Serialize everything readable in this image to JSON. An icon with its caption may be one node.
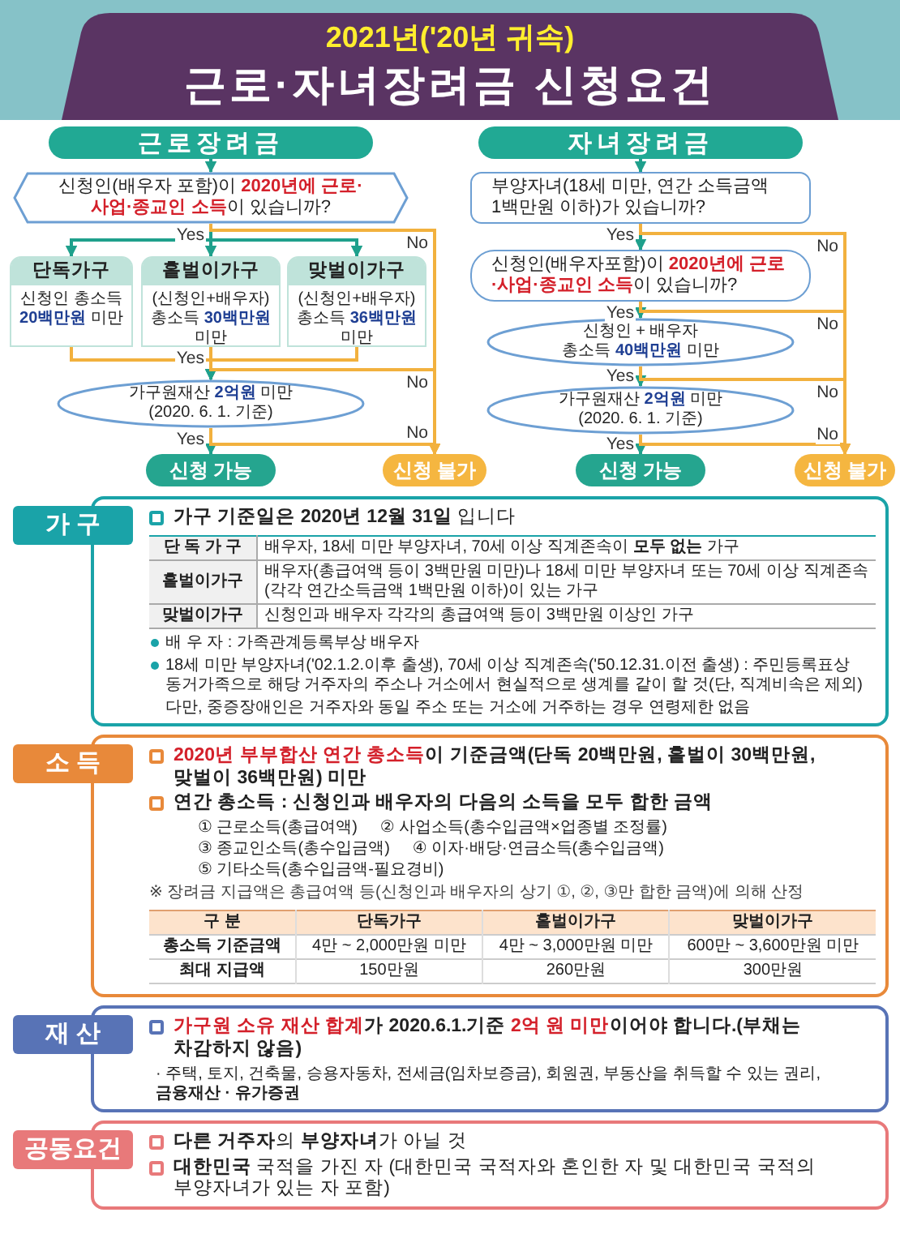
{
  "diagram": {
    "title": "근로·자녀장려금 신청요건",
    "nodes": [
      {
        "text": [
          "근로장려금"
        ]
      },
      {
        "text": [
          "신청인(배우자 포함)이 **2020년에 근로·사업·종교인 소득**이 있습니까?"
        ]
      },
      {
        "text": [
          "단독가구",
          "신청인 총소득 **20백만원** 미만"
        ]
      },
      {
        "text": [
          "홑벌이가구",
          "(신청인+배우자) 총소득 **30백만원** 미만"
        ]
      },
      {
        "text": [
          "맞벌이가구",
          "(신청인+배우자) 총소득 **36백만원** 미만"
        ]
      },
      {
        "text": [
          "가구원재산 **2억원** 미만 (2020. 6. 1. 기준)"
        ]
      },
      {
        "text": [
          "신청 가능"
        ]
      },
      {
        "text": [
          "신청 불가"
        ]
      },
      {
        "text": [
          "자녀장려금"
        ]
      },
      {
        "text": [
          "부양자녀(18세 미만, 연간 소득금액 1백만원 이하)가 있습니까?"
        ]
      },
      {
        "text": [
          "신청인(배우자포함)이 **2020년에 근로·사업·종교인 소득**이 있습니까?"
        ]
      },
      {
        "text": [
          "신청인 + 배우자 총소득 **40백만원** 미만"
        ]
      },
      {
        "text": [
          "가구원재산 **2억원** 미만 (2020. 6. 1. 기준)"
        ]
      },
      {
        "text": [
          "신청 가능"
        ]
      },
      {
        "text": [
          "신청 불가"
        ]
      },
      {
        "text": [
          "가 구",
          "**가구 기준일은 2020년 12월 31일** 입니다",
          "배 우 자 : 가족관계등록부상 배우자",
          "18세 미만 부양자녀('02.1.2.이후 출생), 70세 이상 직계존속('50.12.31.이전 출생) : 주민등록표상 동거가족으로 해당 거주자의 주소나 거소에서 현실적으로 생계를 같이 할 것(단, 직계비속은 제외)",
          "다만, 중증장애인은 거주자와 동일 주소 또는 거소에 거주하는 경우 연령제한 없음"
        ]
      },
      {
        "text": [
          "소 득",
          "**2020년 부부합산 연간 총소득**이 기준금액(단독 20백만원, 홑벌이 30백만원, 맞벌이 36백만원) 미만",
          "연간 총소득 : 신청인과 배우자의 다음의 소득을 모두 합한 금액",
          "① 근로소득(총급여액)",
          "② 사업소득(총수입금액×업종별 조정률)",
          "③ 종교인소득(총수입금액)",
          "④ 이자·배당·연금소득(총수입금액)",
          "⑤ 기타소득(총수입금액-필요경비)",
          "※ 장려금 지급액은 총급여액 등(신청인과 배우자의 상기 ①, ②, ③만 합한 금액)에 의해 산정"
        ]
      },
      {
        "text": [
          "재 산",
          "**가구원 소유 재산 합계**가 2020.6.1.기준 **2억 원 미만**이어야 합니다.(부채는 차감하지 않음)",
          "· 주택, 토지, 건축물, 승용자동차, 전세금(임차보증금), 회원권, 부동산을 취득할 수 있는 권리, **금융재산 · 유가증권**"
        ]
      },
      {
        "text": [
          "공동요건",
          "**다른 거주자**의 **부양자녀**가 아닐 것",
          "**대한민국** 국적을 가진 자 (대한민국 국적자와 혼인한 자 및 대한민국 국적의 부양자녀가 있는 자 포함)"
        ]
      }
    ],
    "edges": [
      {
        "from": 0,
        "to": 1,
        "arrow": "to"
      },
      {
        "from": 1,
        "to": 2,
        "arrow": "to"
      },
      {
        "from": 1,
        "to": 3,
        "arrow": "to",
        "label": "Yes"
      },
      {
        "from": 1,
        "to": 4,
        "arrow": "to"
      },
      {
        "from": 1,
        "to": 7,
        "arrow": "to",
        "label": "No",
        "color": "#f2b13e"
      },
      {
        "from": 2,
        "to": 5,
        "arrow": "to"
      },
      {
        "from": 3,
        "to": 5,
        "arrow": "to",
        "label": "Yes"
      },
      {
        "from": 4,
        "to": 5,
        "arrow": "to"
      },
      {
        "from": 2,
        "to": 7,
        "arrow": "to",
        "color": "#f2b13e"
      },
      {
        "from": 3,
        "to": 7,
        "arrow": "to",
        "label": "No",
        "color": "#f2b13e"
      },
      {
        "from": 4,
        "to": 7,
        "arrow": "to",
        "color": "#f2b13e"
      },
      {
        "from": 5,
        "to": 6,
        "arrow": "to",
        "label": "Yes"
      },
      {
        "from": 5,
        "to": 7,
        "arrow": "to",
        "label": "No",
        "color": "#f2b13e"
      },
      {
        "from": 8,
        "to": 9,
        "arrow": "to"
      },
      {
        "from": 9,
        "to": 10,
        "arrow": "to",
        "label": "Yes"
      },
      {
        "from": 9,
        "to": 14,
        "arrow": "to",
        "label": "No",
        "color": "#f2b13e"
      },
      {
        "from": 10,
        "to": 11,
        "arrow": "to",
        "label": "Yes"
      },
      {
        "from": 10,
        "to": 14,
        "arrow": "to",
        "label": "No",
        "color": "#f2b13e"
      },
      {
        "from": 11,
        "to": 12,
        "arrow": "to",
        "label": "Yes"
      },
      {
        "from": 11,
        "to": 14,
        "arrow": "to",
        "label": "No",
        "color": "#f2b13e"
      },
      {
        "from": 12,
        "to": 13,
        "arrow": "to",
        "label": "Yes"
      },
      {
        "from": 12,
        "to": 14,
        "arrow": "to",
        "label": "No",
        "color": "#f2b13e"
      }
    ],
    "labels": [
      "2021년('20년 귀속)",
      "단 독 가 구",
      "배우자, 18세 미만 부양자녀, 70세 이상 직계존속이 **모두 없는** 가구",
      "홑벌이가구",
      "배우자(총급여액 등이 3백만원 미만)나 18세 미만 부양자녀 또는 70세 이상 직계존속(각각 연간소득금액 1백만원 이하)이 있는 가구",
      "맞벌이가구",
      "신청인과 배우자 각각의 총급여액 등이 3백만원 이상인 가구",
      "구 분",
      "단독가구",
      "홑벌이가구",
      "맞벌이가구",
      "총소득 기준금액",
      "4만 ~ 2,000만원 미만",
      "4만 ~ 3,000만원 미만",
      "600만 ~ 3,600만원 미만",
      "최대 지급액",
      "150만원",
      "260만원",
      "300만원"
    ]
  }
}
